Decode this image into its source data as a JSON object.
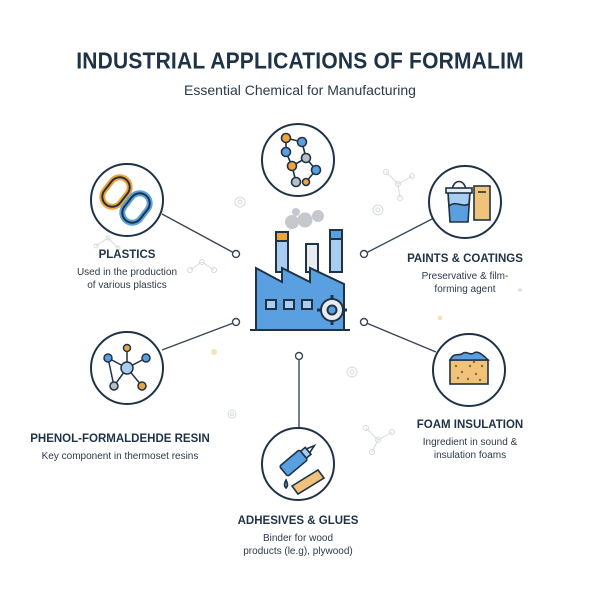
{
  "header": {
    "title": "INDUSTRIAL APPLICATIONS OF FORMALIM",
    "subtitle": "Essential Chemical for Manufacturing"
  },
  "nodes": [
    {
      "id": "plastics",
      "title": "PLASTICS",
      "desc_lines": [
        "Used in the production",
        "of various plastics"
      ],
      "icon": "chain-link-icon"
    },
    {
      "id": "paints",
      "title": "PAINTS & COATINGS",
      "desc_lines": [
        "Preservative & film-",
        "forming agent"
      ],
      "icon": "paint-bucket-icon"
    },
    {
      "id": "phenol",
      "title": "PHENOL-FORMALDEHDE RESIN",
      "desc_lines": [
        "Key component in thermoset resins"
      ],
      "icon": "molecule-network-icon"
    },
    {
      "id": "foam",
      "title": "FOAM INSULATION",
      "desc_lines": [
        "Ingredient in sound &",
        "insulation foams"
      ],
      "icon": "foam-block-icon"
    },
    {
      "id": "adhesives",
      "title": "ADHESIVES & GLUES",
      "desc_lines": [
        "Binder for wood",
        "products (le.g), plywood)"
      ],
      "icon": "glue-tube-icon"
    },
    {
      "id": "chemistry",
      "title": "",
      "desc_lines": [],
      "icon": "molecule-structure-icon"
    }
  ],
  "center": {
    "icon": "factory-icon"
  },
  "colors": {
    "outline": "#1f3347",
    "blue": "#5aa0e0",
    "light_blue": "#a9cdf0",
    "orange": "#f2a33a",
    "sand": "#f0c27a",
    "gray": "#b9bec4",
    "line": "#3b4654"
  }
}
